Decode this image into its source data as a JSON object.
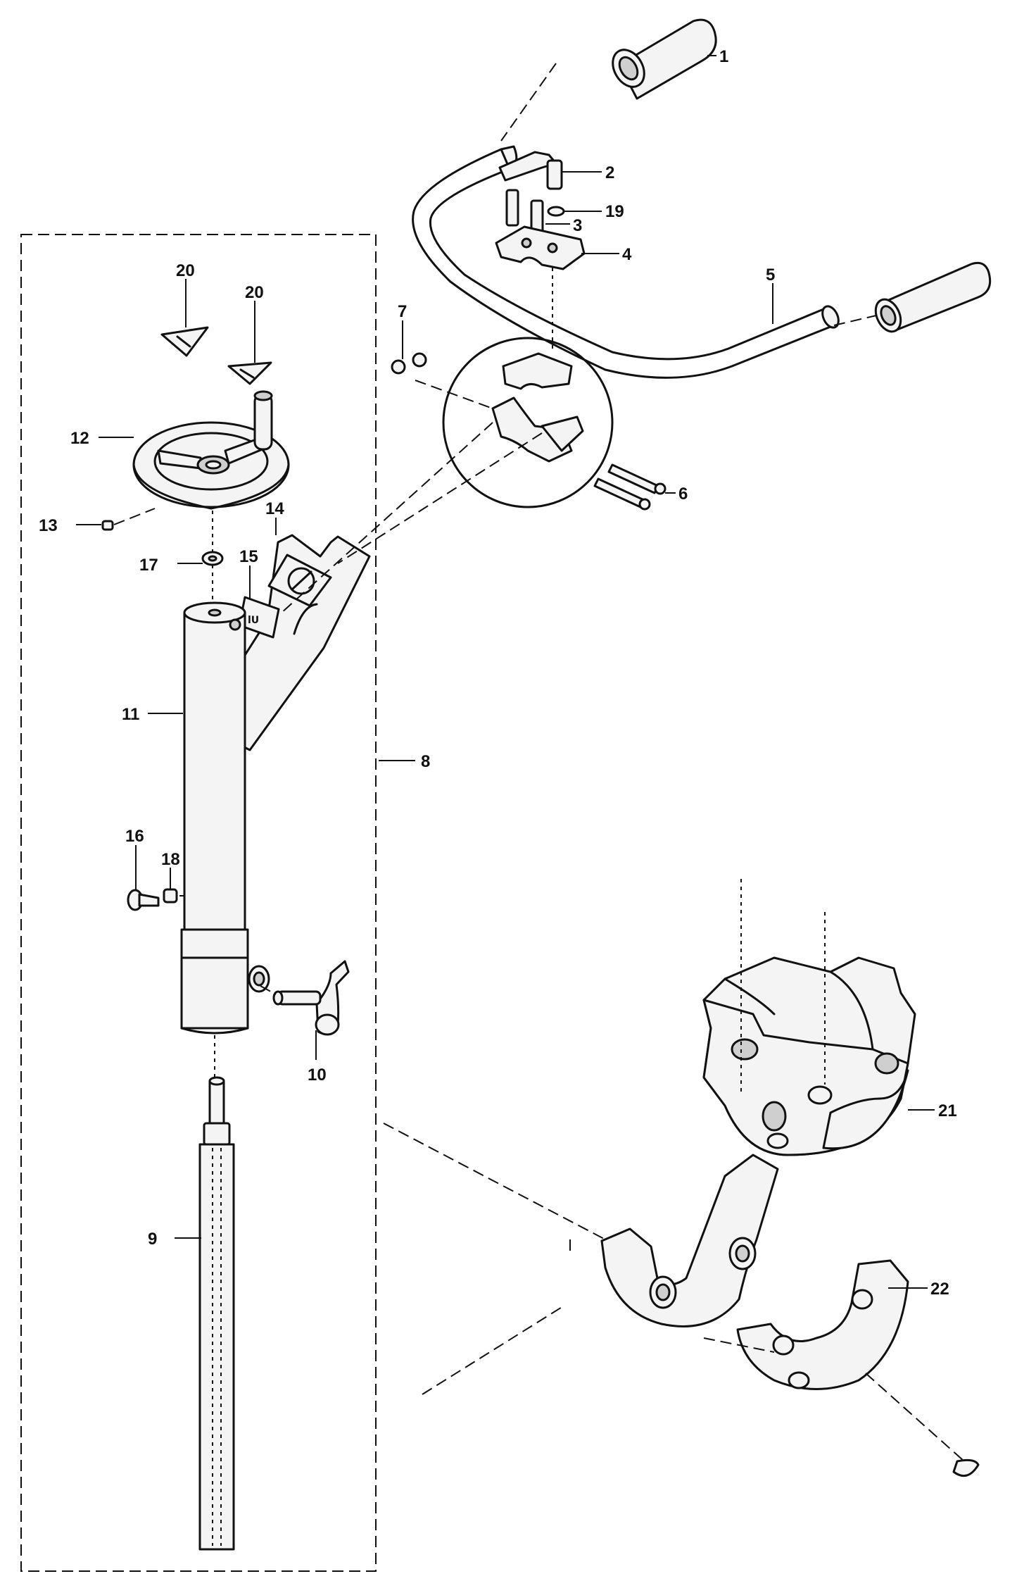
{
  "callouts": {
    "c1": "1",
    "c2": "2",
    "c3": "3",
    "c4": "4",
    "c5": "5",
    "c6": "6",
    "c7": "7",
    "c8": "8",
    "c9": "9",
    "c10": "10",
    "c11": "11",
    "c12": "12",
    "c13": "13",
    "c14": "14",
    "c15": "15",
    "c16": "16",
    "c17": "17",
    "c18": "18",
    "c19": "19",
    "c20a": "20",
    "c20b": "20",
    "c21": "21",
    "c22": "22"
  },
  "colors": {
    "line": "#111111",
    "part_fill": "#f4f4f4",
    "shade": "#cfcfcf",
    "background": "#ffffff"
  }
}
